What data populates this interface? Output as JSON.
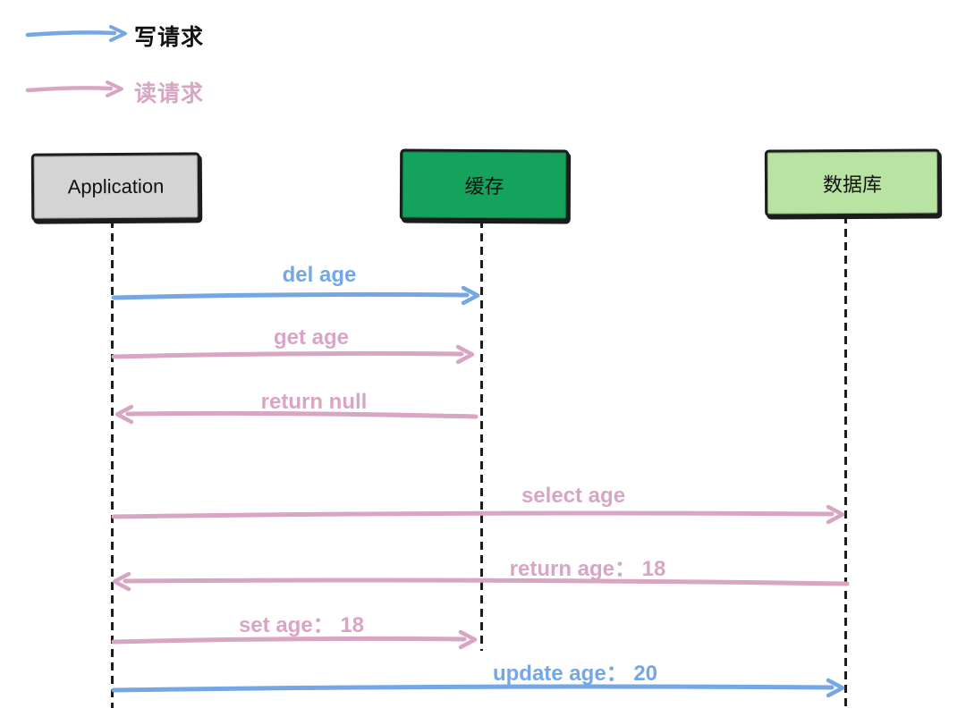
{
  "diagram": {
    "title": "cache-aside write/read sequence",
    "colors": {
      "write_accent": "#74a7e3",
      "read_accent": "#d8a6c4",
      "application_fill": "#d4d4d4",
      "cache_fill": "#15a25d",
      "database_fill": "#b9e3a3",
      "line_color": "#1c1c1c"
    },
    "legend": {
      "write": {
        "label": "写请求"
      },
      "read": {
        "label": "读请求"
      }
    },
    "actors": {
      "application": {
        "label": "Application"
      },
      "cache": {
        "label": "缓存"
      },
      "database": {
        "label": "数据库"
      }
    },
    "messages": [
      {
        "label": "del age",
        "from": "Application",
        "to": "缓存",
        "type": "write",
        "direction": "right"
      },
      {
        "label": "get age",
        "from": "Application",
        "to": "缓存",
        "type": "read",
        "direction": "right"
      },
      {
        "label": "return null",
        "from": "缓存",
        "to": "Application",
        "type": "read",
        "direction": "left"
      },
      {
        "label": "select age",
        "from": "Application",
        "to": "数据库",
        "type": "read",
        "direction": "right"
      },
      {
        "label": "return age： 18",
        "from": "数据库",
        "to": "Application",
        "type": "read",
        "direction": "left"
      },
      {
        "label": "set age： 18",
        "from": "Application",
        "to": "缓存",
        "type": "read",
        "direction": "right"
      },
      {
        "label": "update age： 20",
        "from": "Application",
        "to": "数据库",
        "type": "write",
        "direction": "right"
      }
    ]
  }
}
